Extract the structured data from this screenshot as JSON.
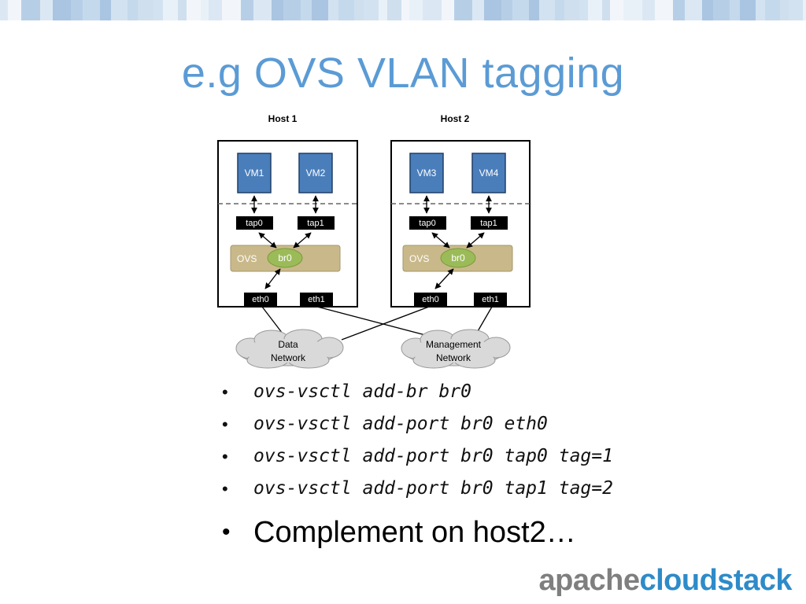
{
  "slide": {
    "title": "e.g OVS VLAN tagging",
    "bullets": [
      "ovs-vsctl add-br br0",
      "ovs-vsctl add-port br0 eth0",
      "ovs-vsctl add-port br0 tap0 tag=1",
      "ovs-vsctl add-port br0 tap1 tag=2"
    ],
    "summary": "Complement on host2…"
  },
  "diagram": {
    "hosts": [
      {
        "label": "Host 1",
        "vms": [
          "VM1",
          "VM2"
        ],
        "taps": [
          "tap0",
          "tap1"
        ],
        "ovs_label": "OVS",
        "bridge": "br0",
        "nics": [
          "eth0",
          "eth1"
        ]
      },
      {
        "label": "Host 2",
        "vms": [
          "VM3",
          "VM4"
        ],
        "taps": [
          "tap0",
          "tap1"
        ],
        "ovs_label": "OVS",
        "bridge": "br0",
        "nics": [
          "eth0",
          "eth1"
        ]
      }
    ],
    "networks": [
      {
        "line1": "Data",
        "line2": "Network"
      },
      {
        "line1": "Management",
        "line2": "Network"
      }
    ]
  },
  "logo": {
    "part1": "apache",
    "part2": "cloudstack"
  },
  "colors": {
    "title": "#5b9bd5",
    "vm_fill": "#4a7ebb",
    "ovs_fill": "#c9b98a",
    "bridge_fill": "#9bbb59",
    "cloud_fill": "#d9d9d9",
    "logo_gray": "#7f7f7f",
    "logo_blue": "#2e8bc9"
  }
}
